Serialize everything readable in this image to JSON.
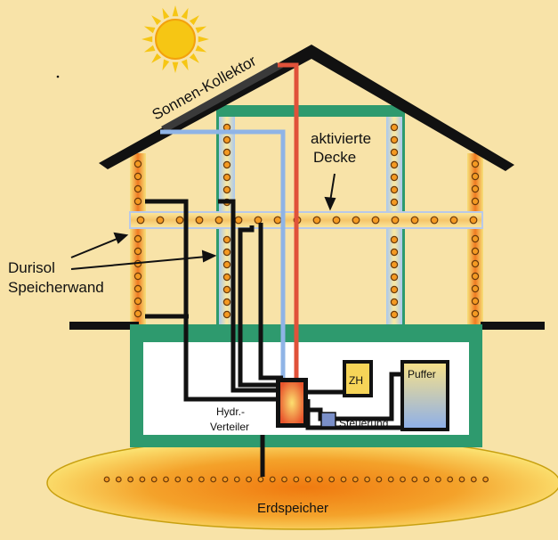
{
  "labels": {
    "collector": "Sonnen-Kollektor",
    "ceiling_line1": "aktivierte",
    "ceiling_line2": "Decke",
    "wall_line1": "Durisol",
    "wall_line2": "Speicherwand",
    "zh": "ZH",
    "buffer": "Puffer",
    "distributor_line1": "Hydr.-",
    "distributor_line2": "Verteiler",
    "control": "Steuerung",
    "ground_storage": "Erdspeicher"
  },
  "colors": {
    "background": "#f8e3a8",
    "roof": "#111111",
    "frame_green": "#2e9a6e",
    "wall_cream": "#f6e8bf",
    "pipe_blue": "#8fb4e6",
    "pipe_red": "#e0523a",
    "hot_orange": "#f07a10",
    "storage_yellow": "#fce878",
    "sun": "#f6c614"
  },
  "icons": [
    "sun-icon",
    "arrow-icon"
  ]
}
